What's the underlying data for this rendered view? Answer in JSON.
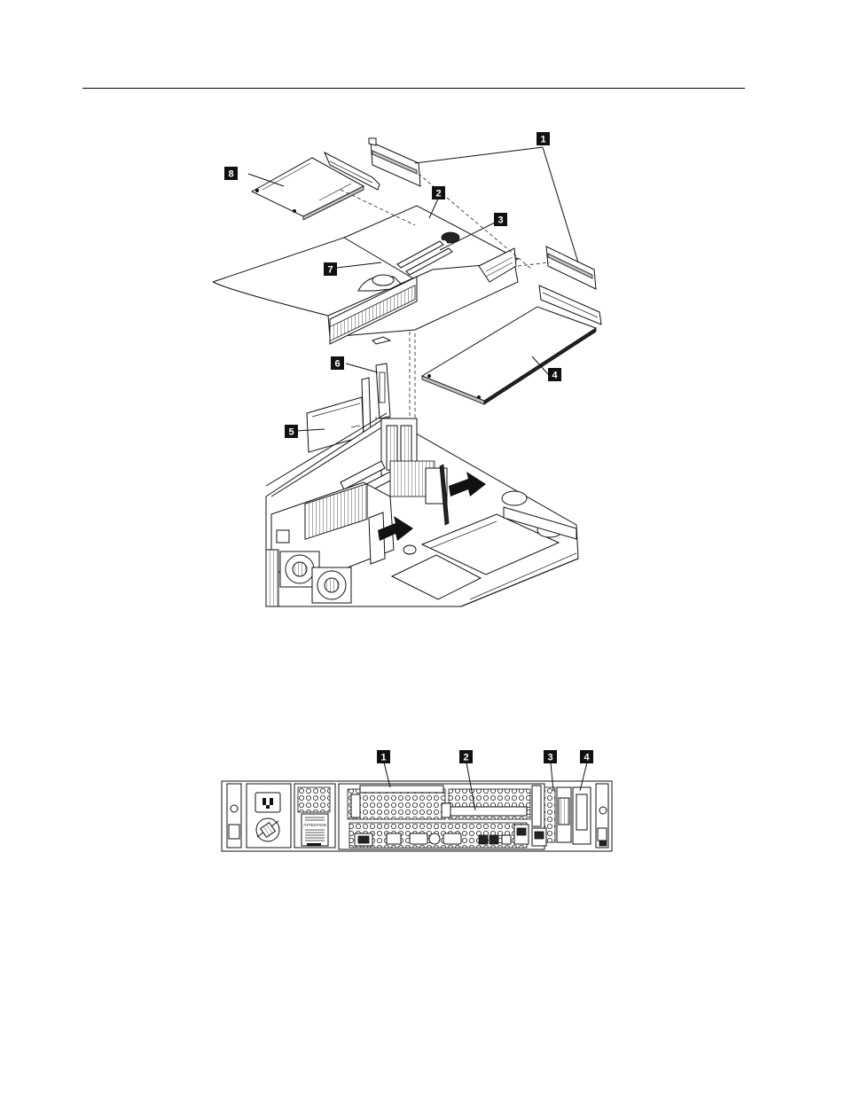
{
  "figures": [
    {
      "id": "riser-exploded-view",
      "callouts": [
        "1",
        "2",
        "3",
        "4",
        "5",
        "6",
        "7",
        "8"
      ]
    },
    {
      "id": "rear-view",
      "callouts": [
        "1",
        "2",
        "3",
        "4"
      ],
      "label_text": [
        "ATTENTION"
      ]
    }
  ]
}
